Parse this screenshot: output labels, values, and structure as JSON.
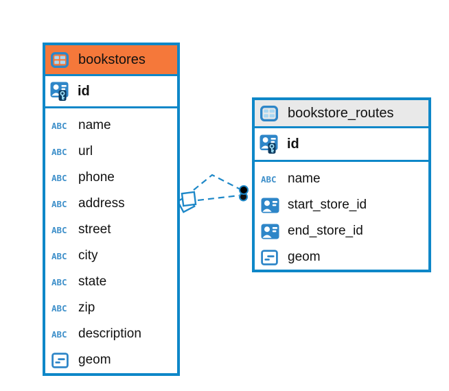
{
  "colors": {
    "accent_blue": "#0E87C8",
    "icon_blue": "#2E86C8",
    "icon_cell_blue": "#A9D7F2",
    "key_cyan": "#9FE0F7",
    "header_orange": "#F5783A",
    "header_gray": "#E9E9E9",
    "line_blue": "#1E88C8",
    "text": "#111111"
  },
  "icon_glyphs": {
    "abc": "ABC"
  },
  "tables": [
    {
      "name": "bookstores",
      "header_icon": "table-icon",
      "header_style": "orange",
      "primary_key": {
        "label": "id",
        "icon": "person-key-icon"
      },
      "columns": [
        {
          "label": "name",
          "icon": "abc-icon"
        },
        {
          "label": "url",
          "icon": "abc-icon"
        },
        {
          "label": "phone",
          "icon": "abc-icon"
        },
        {
          "label": "address",
          "icon": "abc-icon"
        },
        {
          "label": "street",
          "icon": "abc-icon"
        },
        {
          "label": "city",
          "icon": "abc-icon"
        },
        {
          "label": "state",
          "icon": "abc-icon"
        },
        {
          "label": "zip",
          "icon": "abc-icon"
        },
        {
          "label": "description",
          "icon": "abc-icon"
        },
        {
          "label": "geom",
          "icon": "object-icon"
        }
      ]
    },
    {
      "name": "bookstore_routes",
      "header_icon": "table-icon",
      "header_style": "gray",
      "primary_key": {
        "label": "id",
        "icon": "person-key-icon"
      },
      "columns": [
        {
          "label": "name",
          "icon": "abc-icon"
        },
        {
          "label": "start_store_id",
          "icon": "person-icon"
        },
        {
          "label": "end_store_id",
          "icon": "person-icon"
        },
        {
          "label": "geom",
          "icon": "object-icon"
        }
      ]
    }
  ],
  "relationship": {
    "from_table": "bookstores",
    "to_table": "bookstore_routes",
    "line_style": "dashed",
    "from_marker": "diamond",
    "to_marker": "dot",
    "line_count": 2
  }
}
